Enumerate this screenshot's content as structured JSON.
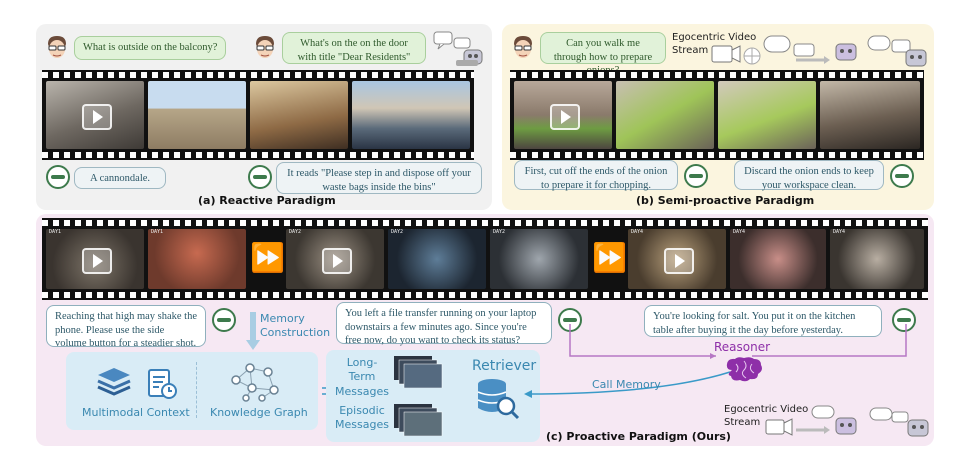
{
  "panel_a": {
    "caption": "(a) Reactive Paradigm",
    "question_1": "What is outside on the balcony?",
    "question_2": "What's on the on the door with title \"Dear Residents\"",
    "answer_1": "A cannondale.",
    "answer_2": "It reads \"Please step in and dispose off your waste bags inside the bins\""
  },
  "panel_b": {
    "caption": "(b) Semi-proactive Paradigm",
    "question": "Can you walk me through how to prepare onions?",
    "stream_label": "Egocentric Video Stream",
    "answer_1": "First, cut off the ends of the onion to prepare it for chopping.",
    "answer_2": "Discard the onion ends to keep your workspace clean."
  },
  "panel_c": {
    "caption": "(c) Proactive Paradigm (Ours)",
    "frame_stamps": [
      "DAY1",
      "DAY1",
      "DAY2",
      "DAY2",
      "DAY2",
      "DAY4",
      "DAY4",
      "DAY4"
    ],
    "bubble_1": "Reaching that high may shake the phone. Please use the side volume button for a steadier shot.",
    "bubble_2": "You left a file transfer running on your laptop downstairs a few minutes ago. Since you're free now, do you want to check its status?",
    "bubble_3": "You're looking for salt. You put it on the kitchen table after buying it the day before yesterday.",
    "memory_construction": "Memory Construction",
    "multimodal_context": "Multimodal Context",
    "knowledge_graph": "Knowledge Graph",
    "long_term_messages": "Long-Term Messages",
    "episodic_messages": "Episodic Messages",
    "retriever": "Retriever",
    "call_memory": "Call Memory",
    "reasoner": "Reasoner",
    "stream_label": "Egocentric Video Stream"
  },
  "colors": {
    "accent_purple": "#8a5ab8",
    "accent_blue": "#3a88b0",
    "glasses_green": "#3d7a4c",
    "reasoner_purple": "#8e2fa8"
  }
}
